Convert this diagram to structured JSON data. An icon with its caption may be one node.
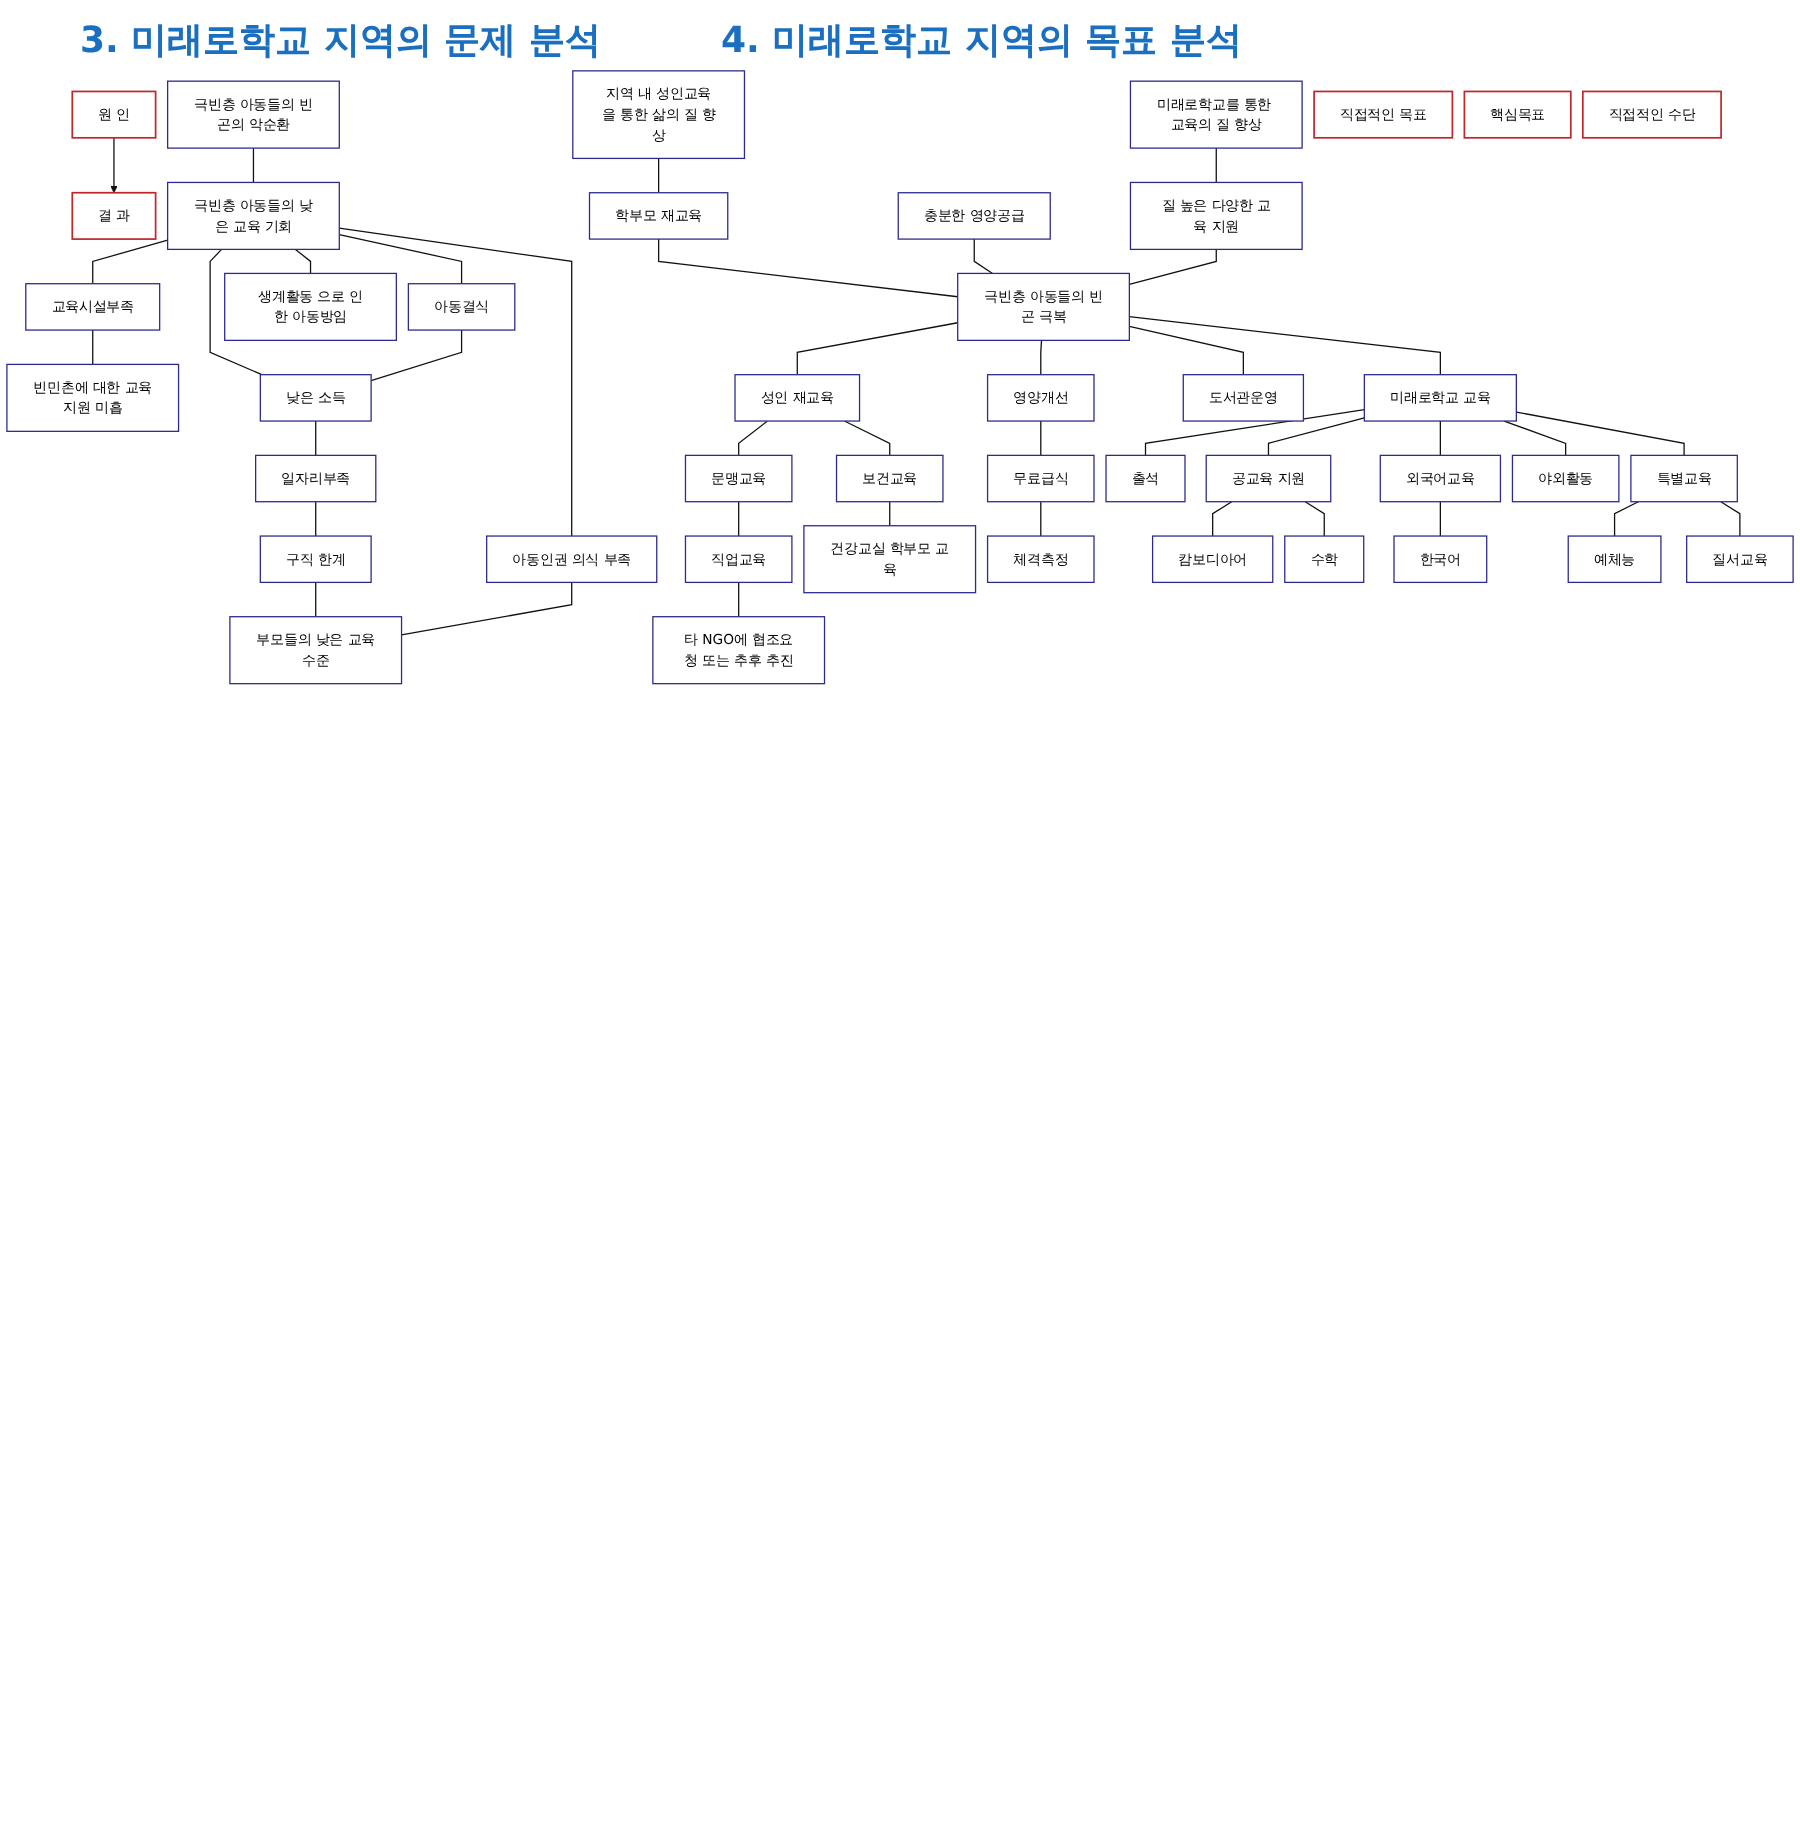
{
  "diagram": {
    "nodes": [
      {
        "text": [
          "결 과"
        ]
      },
      {
        "text": [
          "원 인"
        ]
      },
      {
        "text": [
          "극빈층 아동들의 빈곤의 악순환"
        ]
      },
      {
        "text": [
          "극빈층 아동들의 낮은 교육 기회"
        ]
      },
      {
        "text": [
          "교육시설부족"
        ]
      },
      {
        "text": [
          "빈민촌에 대한 교육지원 미흡"
        ]
      },
      {
        "text": [
          "아동결식"
        ]
      },
      {
        "text": [
          "낮은 소득"
        ]
      },
      {
        "text": [
          "일자리부족"
        ]
      },
      {
        "text": [
          "구직 한계"
        ]
      },
      {
        "text": [
          "부모들의 낮은 교육수준"
        ]
      },
      {
        "text": [
          "생계활동 으로 인한 아동방임"
        ]
      },
      {
        "text": [
          "아동인권 의식 부족"
        ]
      },
      {
        "text": [
          "지역 내 성인교육을 통한 삶의 질 향상"
        ]
      },
      {
        "text": [
          "학부모 재교육"
        ]
      },
      {
        "text": [
          "충분한 영양공급"
        ]
      },
      {
        "text": [
          "미래로학교를 통한 교육의 질 향상"
        ]
      },
      {
        "text": [
          "질 높은 다양한 교육 지원"
        ]
      },
      {
        "text": [
          "직접적인 목표"
        ]
      },
      {
        "text": [
          "극빈층 아동들의 빈곤 극복"
        ]
      },
      {
        "text": [
          "핵심목표"
        ]
      },
      {
        "text": [
          "직접적인 수단"
        ]
      },
      {
        "text": [
          "성인 재교육"
        ]
      },
      {
        "text": [
          "영양개선"
        ]
      },
      {
        "text": [
          "미래로학교 교육"
        ]
      },
      {
        "text": [
          "도서관운영"
        ]
      },
      {
        "text": [
          "문맹교육"
        ]
      },
      {
        "text": [
          "보건교육"
        ]
      },
      {
        "text": [
          "직업교육"
        ]
      },
      {
        "text": [
          "타 NGO에 협조요청 또는 추후 추진"
        ]
      },
      {
        "text": [
          "건강교실 학부모 교육"
        ]
      },
      {
        "text": [
          "무료급식"
        ]
      },
      {
        "text": [
          "체격측정"
        ]
      },
      {
        "text": [
          "공교육 지원"
        ]
      },
      {
        "text": [
          "출석"
        ]
      },
      {
        "text": [
          "외국어교육"
        ]
      },
      {
        "text": [
          "특별교육"
        ]
      },
      {
        "text": [
          "야외활동"
        ]
      },
      {
        "text": [
          "캄보디아어"
        ]
      },
      {
        "text": [
          "수학"
        ]
      },
      {
        "text": [
          "한국어"
        ]
      },
      {
        "text": [
          "예체능"
        ]
      },
      {
        "text": [
          "질서교육"
        ]
      }
    ],
    "edges": [
      {
        "from": 1,
        "to": 0,
        "arrow": "to"
      },
      {
        "from": 2,
        "to": 3,
        "arrow": "none"
      },
      {
        "from": 3,
        "to": 4,
        "arrow": "none"
      },
      {
        "from": 3,
        "to": 6,
        "arrow": "none"
      },
      {
        "from": 3,
        "to": 7,
        "arrow": "none"
      },
      {
        "from": 3,
        "to": 11,
        "arrow": "none"
      },
      {
        "from": 3,
        "to": 12,
        "arrow": "none"
      },
      {
        "from": 4,
        "to": 5,
        "arrow": "none"
      },
      {
        "from": 6,
        "to": 7,
        "arrow": "none"
      },
      {
        "from": 7,
        "to": 8,
        "arrow": "none"
      },
      {
        "from": 8,
        "to": 9,
        "arrow": "none"
      },
      {
        "from": 9,
        "to": 10,
        "arrow": "none"
      },
      {
        "from": 12,
        "to": 10,
        "arrow": "none"
      },
      {
        "from": 13,
        "to": 14,
        "arrow": "none"
      },
      {
        "from": 14,
        "to": 19,
        "arrow": "none"
      },
      {
        "from": 15,
        "to": 19,
        "arrow": "none"
      },
      {
        "from": 16,
        "to": 17,
        "arrow": "none"
      },
      {
        "from": 17,
        "to": 19,
        "arrow": "none"
      },
      {
        "from": 19,
        "to": 22,
        "arrow": "none"
      },
      {
        "from": 19,
        "to": 23,
        "arrow": "none"
      },
      {
        "from": 19,
        "to": 24,
        "arrow": "none"
      },
      {
        "from": 19,
        "to": 25,
        "arrow": "none"
      },
      {
        "from": 22,
        "to": 26,
        "arrow": "none"
      },
      {
        "from": 22,
        "to": 27,
        "arrow": "none"
      },
      {
        "from": 26,
        "to": 28,
        "arrow": "none"
      },
      {
        "from": 28,
        "to": 29,
        "arrow": "none"
      },
      {
        "from": 27,
        "to": 30,
        "arrow": "none"
      },
      {
        "from": 23,
        "to": 31,
        "arrow": "none"
      },
      {
        "from": 31,
        "to": 32,
        "arrow": "none"
      },
      {
        "from": 24,
        "to": 33,
        "arrow": "none"
      },
      {
        "from": 24,
        "to": 34,
        "arrow": "none"
      },
      {
        "from": 24,
        "to": 35,
        "arrow": "none"
      },
      {
        "from": 24,
        "to": 36,
        "arrow": "none"
      },
      {
        "from": 24,
        "to": 37,
        "arrow": "none"
      },
      {
        "from": 33,
        "to": 38,
        "arrow": "none"
      },
      {
        "from": 33,
        "to": 39,
        "arrow": "none"
      },
      {
        "from": 35,
        "to": 40,
        "arrow": "none"
      },
      {
        "from": 36,
        "to": 41,
        "arrow": "none"
      },
      {
        "from": 36,
        "to": 42,
        "arrow": "none"
      }
    ],
    "labels": [
      "3. 미래로학교 지역의 문제 분석",
      "4. 미래로학교 지역의 목표 분석"
    ]
  }
}
